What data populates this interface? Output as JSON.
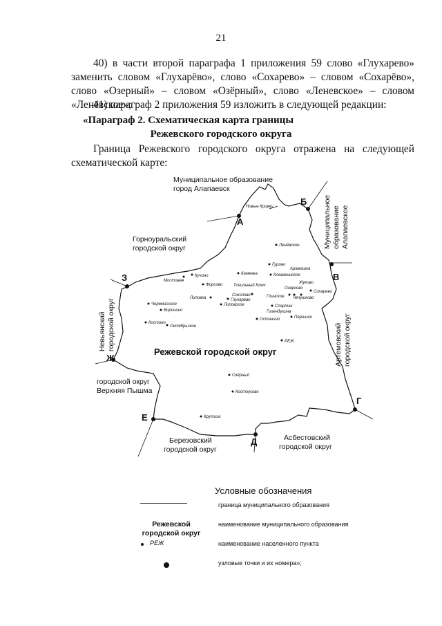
{
  "page_number": "21",
  "paragraphs": [
    "40) в части второй параграфа 1 приложения 59 слово «Глухарево» заменить словом «Глухарёво», слово «Сохарево» – словом «Сохарёво», слово «Озерный» – словом «Озёрный», слово «Леневское» – словом «Ленёвское»;",
    "41) параграф 2 приложения 59 изложить в следующей редакции:"
  ],
  "heading": {
    "line1": "«Параграф 2. Схематическая карта границы",
    "line2": "Режевского городского округа"
  },
  "intro": "Граница Режевского городского округа отражена на следующей схематической карте:",
  "map": {
    "main_label": "Режевской городской округ",
    "neighbors": {
      "alapaevsk_1": "Муниципальное образование",
      "alapaevsk_2": "город Алапаевск",
      "gornouralsky_1": "Горноуральский",
      "gornouralsky_2": "городской округ",
      "nevyansky_1": "Невьянский",
      "nevyansky_2": "городской округ",
      "alapaevskoe_1": "Муниципальное",
      "alapaevskoe_2": "образование",
      "alapaevskoe_3": "Алапаевское",
      "artemovsky_1": "Артемовский",
      "artemovsky_2": "городской округ",
      "pyshma_1": "городской округ",
      "pyshma_2": "Верхняя Пышма",
      "berezovsky_1": "Березовский",
      "berezovsky_2": "городской округ",
      "asbestovsky_1": "Асбестовский",
      "asbestovsky_2": "городской округ"
    },
    "points": {
      "a": "А",
      "b": "Б",
      "v": "В",
      "g": "Г",
      "d": "Д",
      "e": "Е",
      "zh": "Ж",
      "z": "З"
    },
    "settlements": {
      "novye_krivki": "Новые Кривки",
      "lenevskoe": "Ленёвское",
      "gurino": "Гурино",
      "aramashka": "Арамашка",
      "kamenka": "Каменка",
      "klevakinskoe": "Клевакинское",
      "zhukovo": "Жуково",
      "kuchino": "Кучино",
      "mostovaya": "Мостовая",
      "fircovo": "Фирсово",
      "tochilny_klyuch": "Точильный Ключ",
      "ozerkovo": "Озерково",
      "sokharevo": "Сохарево",
      "chernovskoe": "Черемисское",
      "voronino": "Воронино",
      "lipovka": "Липовка",
      "sokolovo": "Соколово",
      "glukharevo": "Глухарево",
      "glinskoe": "Глинское",
      "chechnukovo": "Чечушково",
      "lipovskoe": "Липовское",
      "spartak": "Спартак",
      "golendukhino": "Голендухина",
      "ostanino": "Останино",
      "pershino": "Першино",
      "kostino": "Костино",
      "oktyabrskoe": "Октябрьское",
      "rezh": "РЕЖ",
      "ozerny": "Озёрный",
      "kostousovo": "Костоусово",
      "krutiha": "Крутиха"
    }
  },
  "legend": {
    "title": "Условные обозначения",
    "border_desc": "граница муниципального образования",
    "name_sample_1": "Режевской",
    "name_sample_2": "городской округ",
    "name_desc": "наименование муниципального образования",
    "settlement_sample": "РЕЖ",
    "settlement_desc": "наименование населенного пункта",
    "node_desc": "узловые точки и их номера»;"
  }
}
